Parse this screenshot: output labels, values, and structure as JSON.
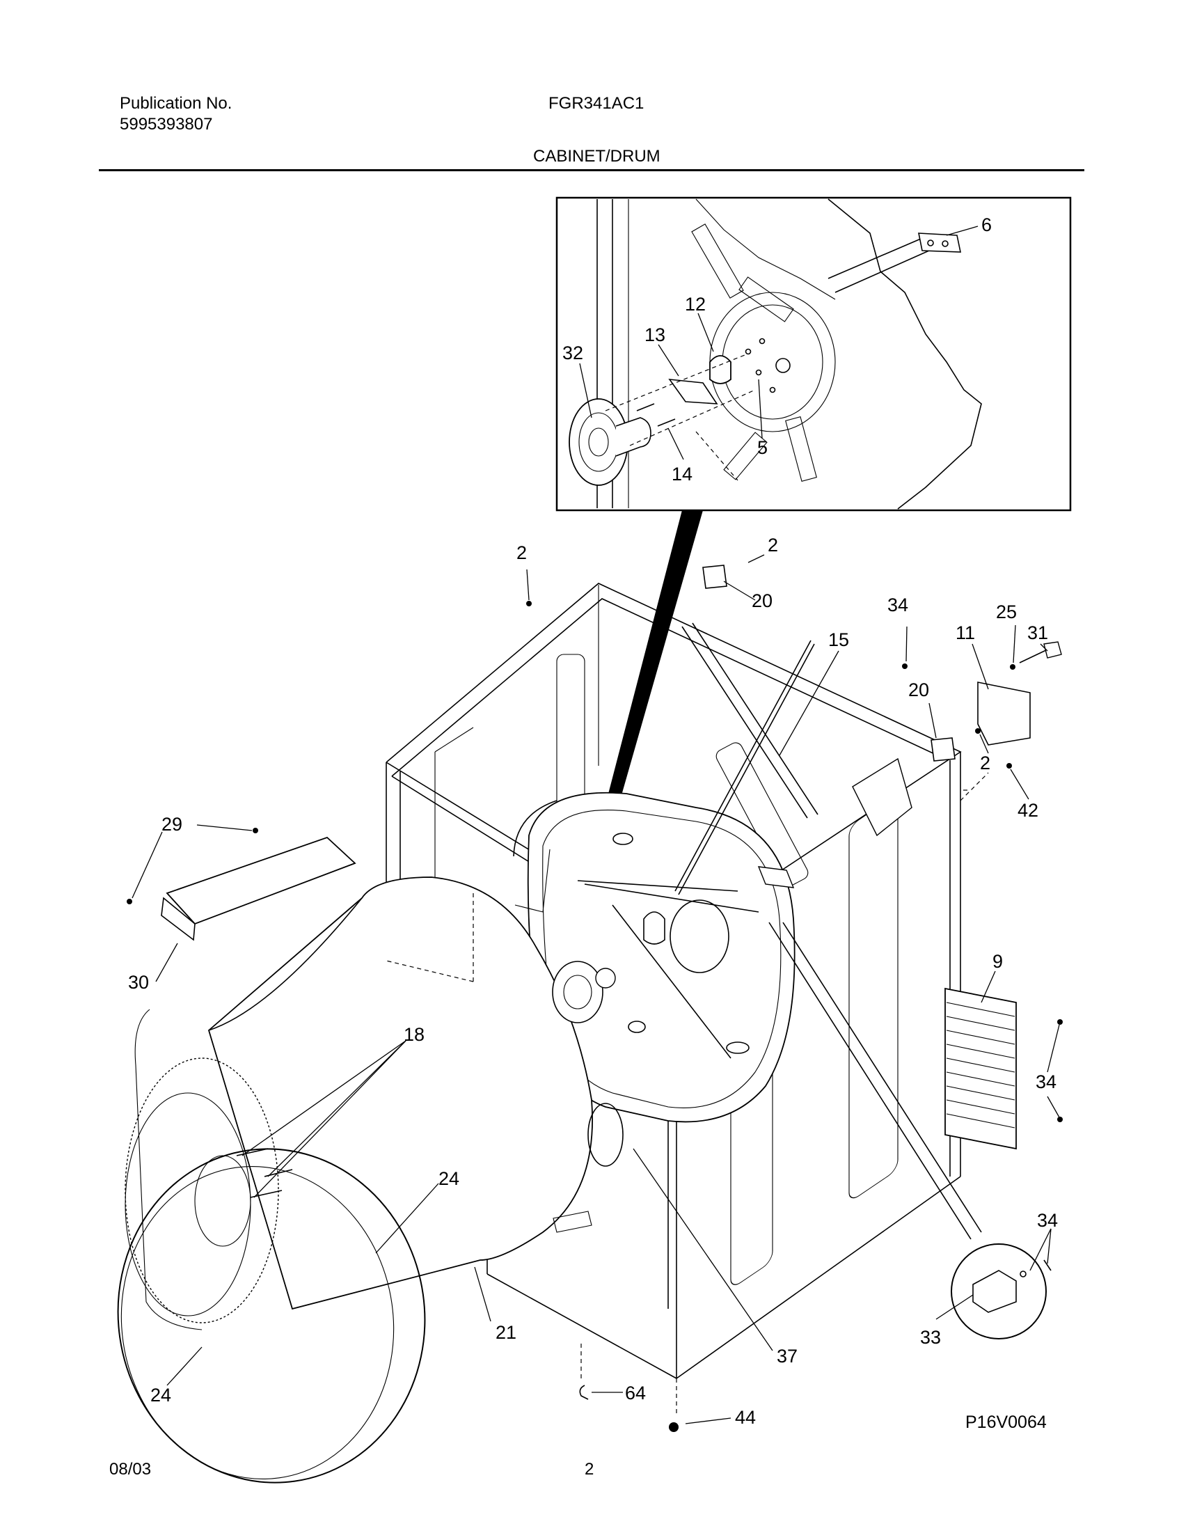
{
  "header": {
    "pub_label": "Publication No.",
    "pub_number": "5995393807",
    "model": "FGR341AC1",
    "section": "CABINET/DRUM"
  },
  "footer": {
    "date": "08/03",
    "page": "2",
    "figure_code": "P16V0064"
  },
  "inset_callouts": [
    "6",
    "12",
    "13",
    "32",
    "14",
    "5"
  ],
  "main_callouts": [
    "2",
    "2",
    "20",
    "34",
    "25",
    "31",
    "15",
    "11",
    "20",
    "2",
    "42",
    "29",
    "30",
    "9",
    "34",
    "18",
    "24",
    "34",
    "21",
    "33",
    "37",
    "24",
    "64",
    "44"
  ]
}
